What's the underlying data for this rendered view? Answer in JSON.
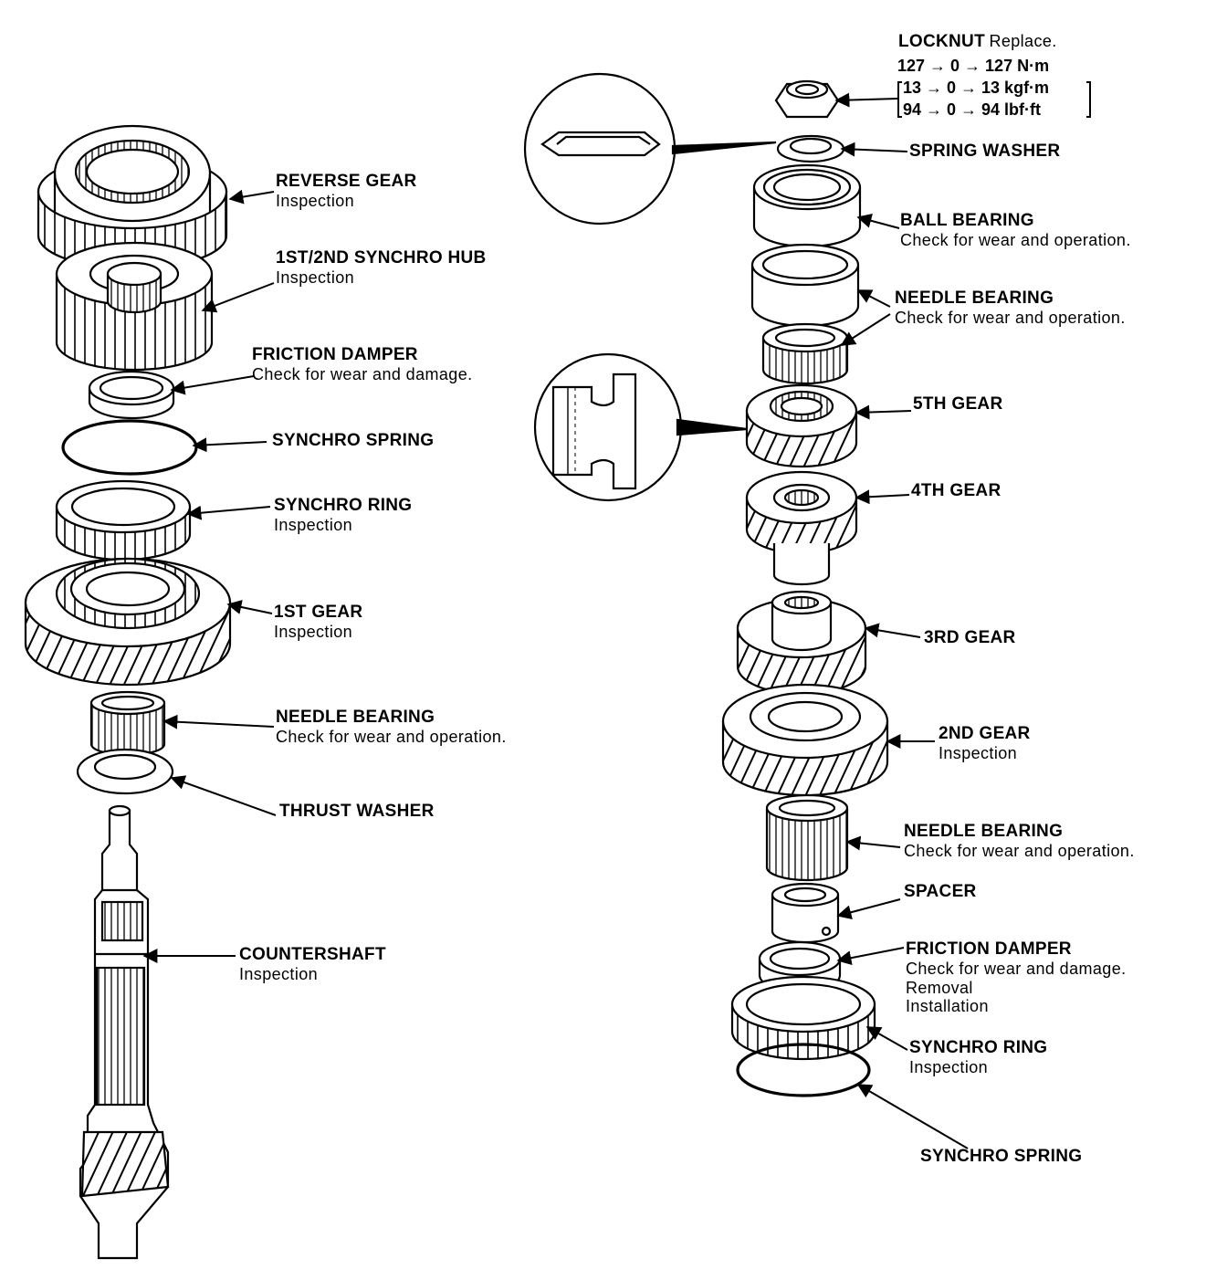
{
  "left": {
    "reverse_gear": {
      "title": "REVERSE GEAR",
      "note": "Inspection"
    },
    "synchro_hub": {
      "title": "1ST/2ND SYNCHRO HUB",
      "note": "Inspection"
    },
    "friction_damper": {
      "title": "FRICTION DAMPER",
      "note": "Check for wear and damage."
    },
    "synchro_spring": {
      "title": "SYNCHRO SPRING"
    },
    "synchro_ring": {
      "title": "SYNCHRO RING",
      "note": "Inspection"
    },
    "first_gear": {
      "title": "1ST GEAR",
      "note": "Inspection"
    },
    "needle_bearing": {
      "title": "NEEDLE BEARING",
      "note": "Check for wear and operation."
    },
    "thrust_washer": {
      "title": "THRUST WASHER"
    },
    "countershaft": {
      "title": "COUNTERSHAFT",
      "note": "Inspection"
    }
  },
  "right": {
    "locknut": {
      "title": "LOCKNUT",
      "note": "Replace.",
      "torque": [
        "127 → 0 → 127 N·m",
        "13 → 0 →  13 kgf·m",
        "94 → 0 → 94 lbf·ft"
      ]
    },
    "spring_washer": {
      "title": "SPRING WASHER"
    },
    "ball_bearing": {
      "title": "BALL BEARING",
      "note": "Check for wear and operation."
    },
    "needle_bearing_top": {
      "title": "NEEDLE BEARING",
      "note": "Check for wear and operation."
    },
    "fifth_gear": {
      "title": "5TH GEAR"
    },
    "fourth_gear": {
      "title": "4TH GEAR"
    },
    "third_gear": {
      "title": "3RD GEAR"
    },
    "second_gear": {
      "title": "2ND GEAR",
      "note": "Inspection"
    },
    "needle_bearing_bottom": {
      "title": "NEEDLE BEARING",
      "note": "Check for wear and operation."
    },
    "spacer": {
      "title": "SPACER"
    },
    "friction_damper": {
      "title": "FRICTION DAMPER",
      "notes": [
        "Check for wear and damage.",
        "Removal",
        "Installation"
      ]
    },
    "synchro_ring": {
      "title": "SYNCHRO RING",
      "note": "Inspection"
    },
    "synchro_spring": {
      "title": "SYNCHRO SPRING"
    }
  }
}
